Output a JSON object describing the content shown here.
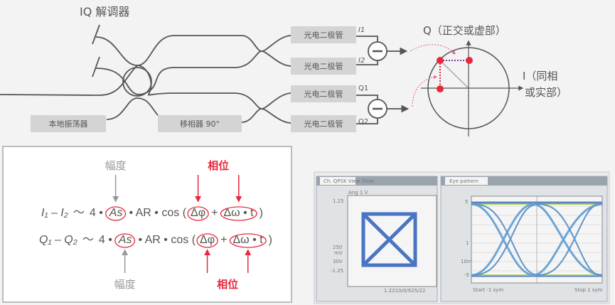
{
  "demodulator": {
    "title": "IQ 解调器",
    "local_oscillator": "本地振荡器",
    "phase_shifter": "移相器 90°",
    "photodiodes": [
      "光电二极管",
      "光电二极管",
      "光电二极管",
      "光电二极管"
    ],
    "signal_labels": [
      "I1",
      "I2",
      "Q1",
      "Q2"
    ]
  },
  "constellation": {
    "q_axis_label": "Q（正交或虚部）",
    "i_axis_label_line1": "I（同相",
    "i_axis_label_line2": "或实部）",
    "colors": {
      "point": "#e8283c",
      "dash": "#7a3fa0",
      "arc": "#e85a8a"
    }
  },
  "formulas": {
    "row1": {
      "lhs": "I₁ – I₂",
      "sim": "～",
      "rest1": "4 •",
      "as": "As",
      "rest2": "• AR • cos (",
      "dphi": "Δφ",
      "plus": "+",
      "dwt": "Δω • t",
      ")": ")"
    },
    "row2": {
      "lhs": "Q₁ – Q₂",
      "sim": "～",
      "rest1": "4 •",
      "as": "As",
      "rest2": "• AR • cos (",
      "dphi": "Δφ",
      "plus": "+",
      "dwt": "Δω • t",
      ")": ")"
    },
    "amplitude_top": "幅度",
    "amplitude_bottom": "幅度",
    "phase_top": "相位",
    "phase_bottom": "相位"
  },
  "screens": {
    "left_tab": "Ch. QPSK View Time",
    "left_top_label": "Ang 1 V",
    "left_ticks": [
      "1.25",
      "250",
      "mV",
      "30V",
      "-1.25"
    ],
    "left_bottom": "1.2210/0/925/22",
    "right_tab": "Eye pattern",
    "right_ticks": [
      "5",
      "1",
      "10m",
      "-5"
    ],
    "right_bottom_left": "Start -1 sym",
    "right_bottom_right": "Stop 1 sym"
  }
}
